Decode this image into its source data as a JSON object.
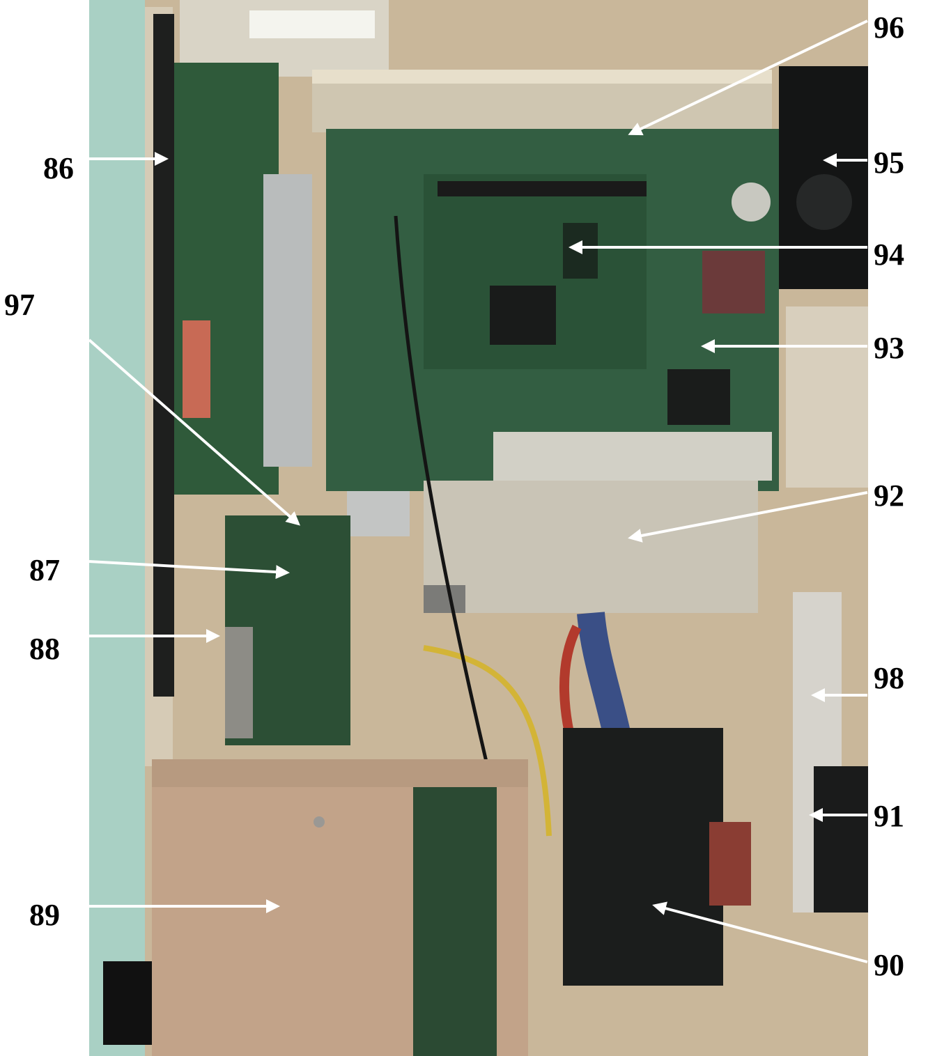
{
  "callouts": [
    {
      "id": "86",
      "label": "86"
    },
    {
      "id": "87",
      "label": "87"
    },
    {
      "id": "88",
      "label": "88"
    },
    {
      "id": "89",
      "label": "89"
    },
    {
      "id": "90",
      "label": "90"
    },
    {
      "id": "91",
      "label": "91"
    },
    {
      "id": "92",
      "label": "92"
    },
    {
      "id": "93",
      "label": "93"
    },
    {
      "id": "94",
      "label": "94"
    },
    {
      "id": "95",
      "label": "95"
    },
    {
      "id": "96",
      "label": "96"
    },
    {
      "id": "97",
      "label": "97"
    },
    {
      "id": "98",
      "label": "98"
    }
  ],
  "colors": {
    "label_text": "#000000",
    "arrow": "#ffffff",
    "pcb_green": "#2f5a3a",
    "chassis_beige": "#c9b79a",
    "panel_tan": "#c2a389",
    "dark_module": "#1b1d1c",
    "cable_blue": "#3a4f86",
    "cable_red": "#b23a2c",
    "ribbon_gray": "#b9bcbc",
    "background_teal": "#9cc7bc"
  }
}
